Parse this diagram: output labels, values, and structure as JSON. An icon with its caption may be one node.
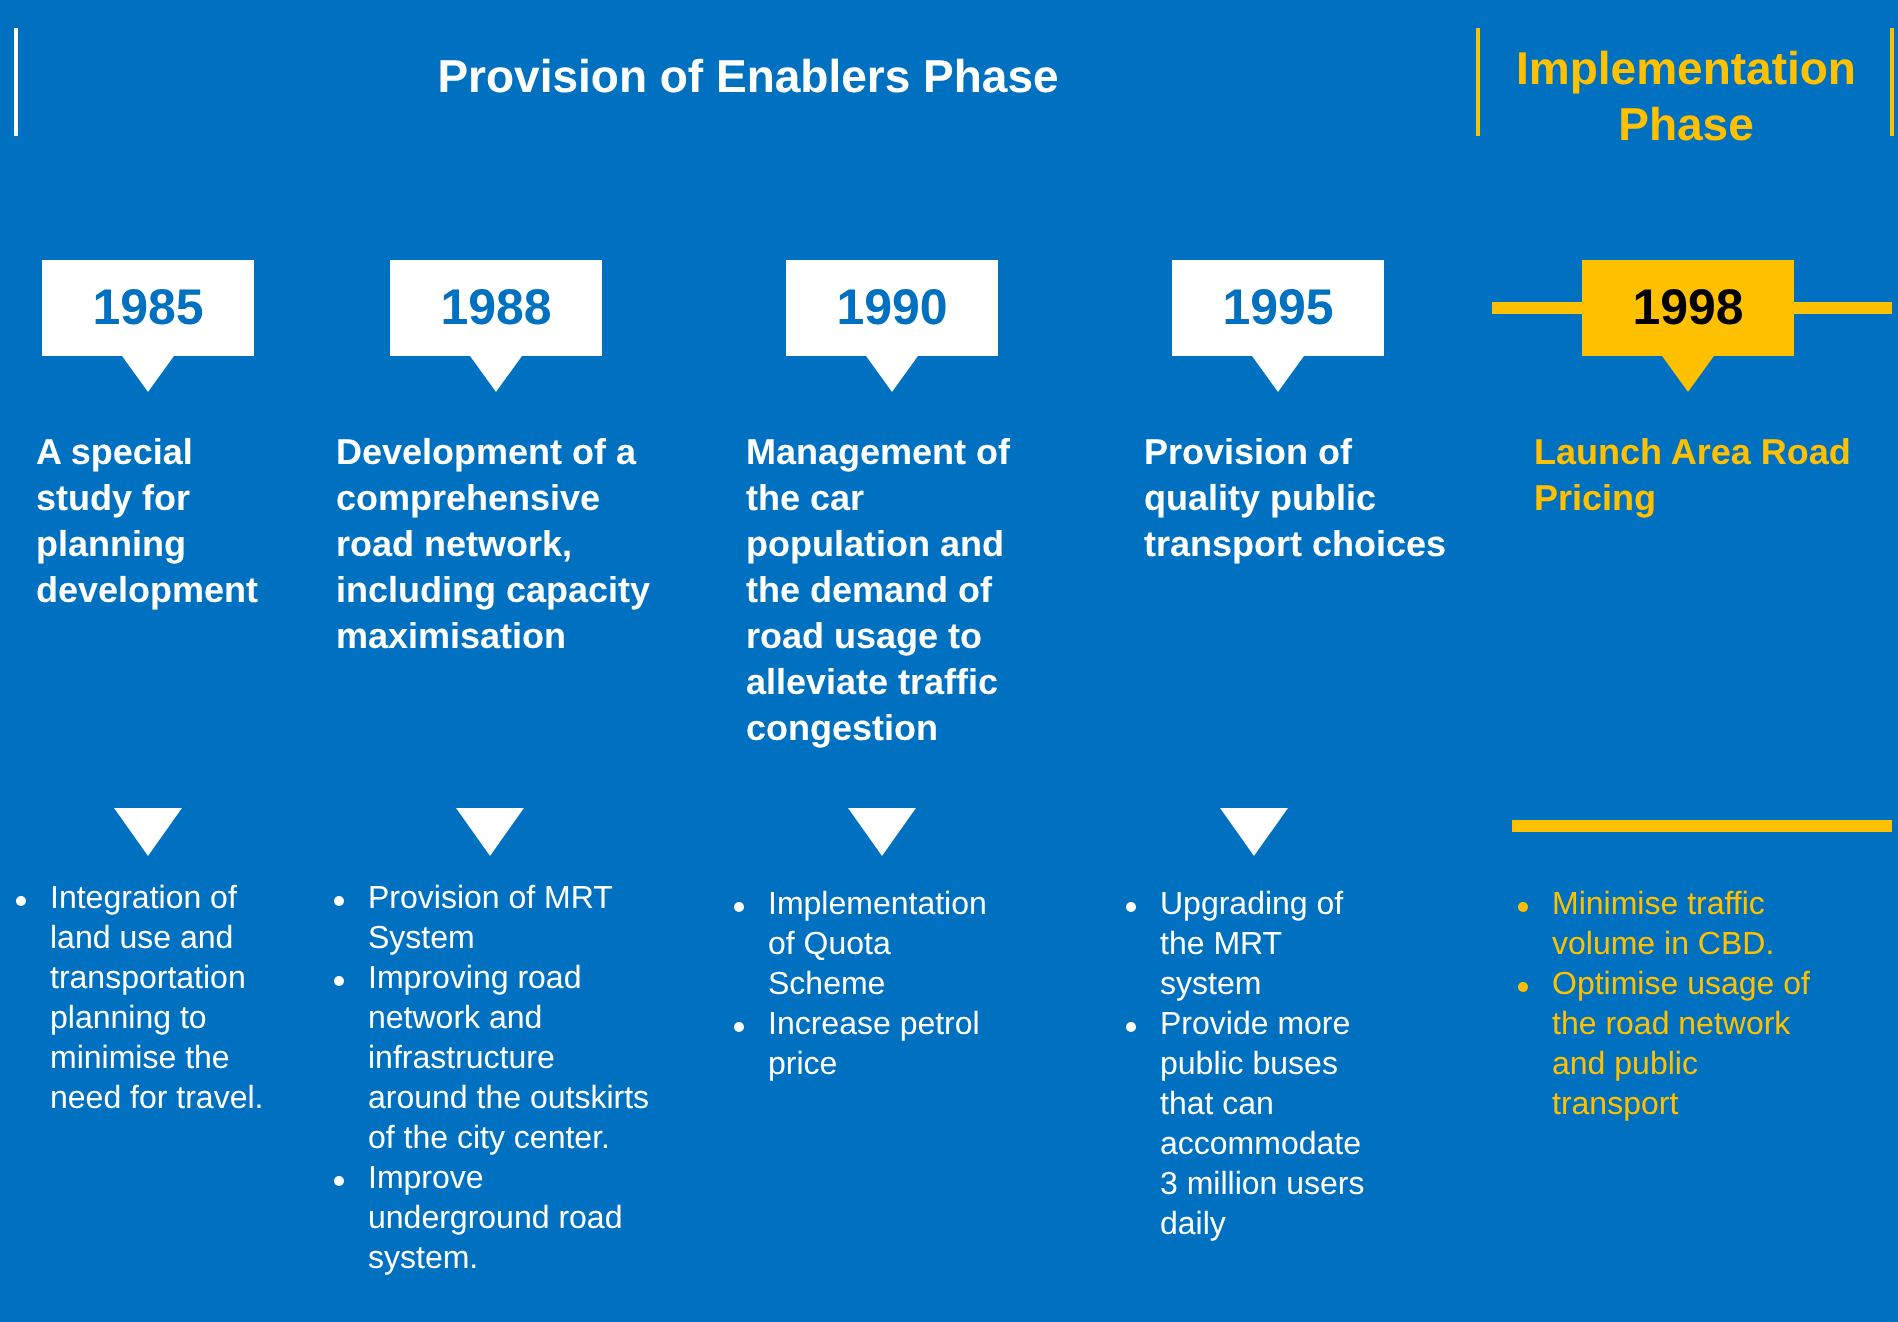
{
  "diagram": {
    "nodes": [
      {
        "text": [
          "1985"
        ],
        "beside": [
          "A special study for planning development"
        ]
      },
      {
        "text": [
          "1988"
        ],
        "beside": [
          "Development of a comprehensive road network, including capacity maximisation"
        ]
      },
      {
        "text": [
          "1990"
        ],
        "beside": [
          "Management of the car population and the demand of road usage to alleviate traffic congestion"
        ]
      },
      {
        "text": [
          "1995"
        ],
        "beside": [
          "Provision of quality public transport choices"
        ]
      },
      {
        "text": [
          "1998"
        ],
        "beside": [
          "Launch Area Road Pricing"
        ]
      }
    ],
    "labels": [
      "Provision of Enablers Phase",
      "Implementation Phase",
      "Integration of land use and transportation planning to minimise the need for travel.",
      "Provision of MRT System",
      "Improving road network and infrastructure around the outskirts of the city center.",
      "Improve underground road system.",
      "Implementation of Quota Scheme",
      "Increase petrol price",
      "Upgrading of the MRT system",
      "Provide more public buses that can accommodate 3 million users daily",
      "Minimise traffic volume in CBD.",
      "Optimise usage of the road network and public transport"
    ]
  }
}
